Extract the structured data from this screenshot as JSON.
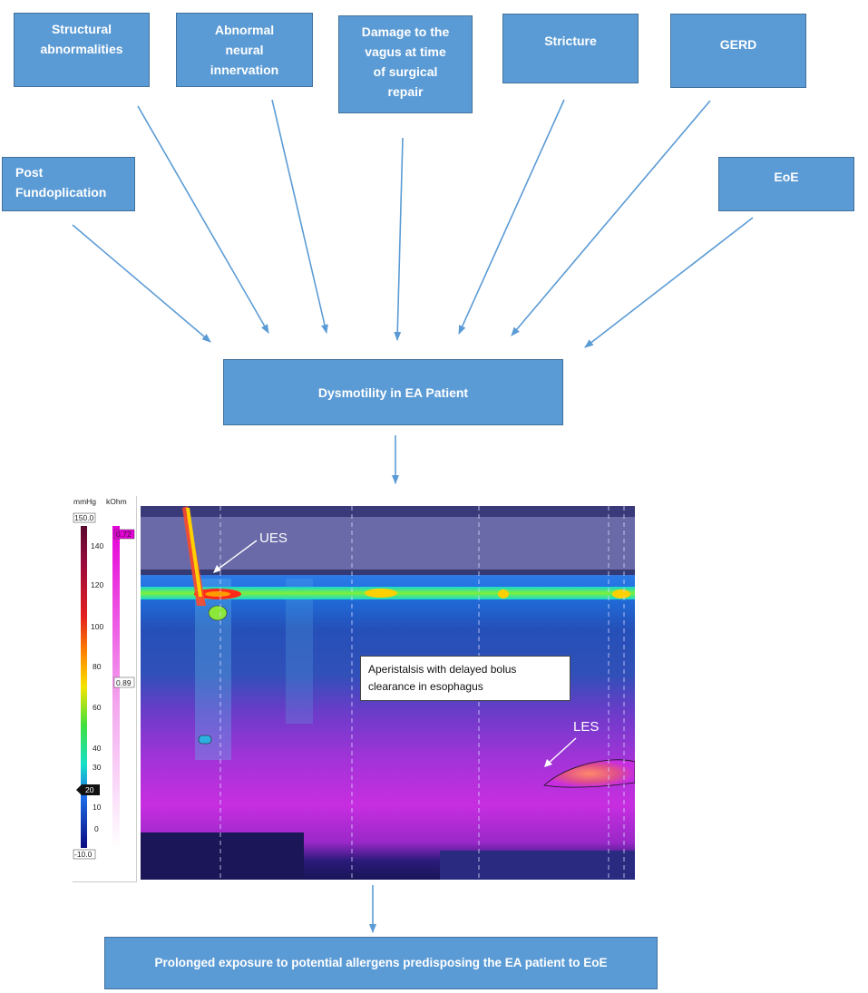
{
  "causes": {
    "structural": "Structural\nabnormalities",
    "neural": "Abnormal\nneural\ninnervation",
    "vagus": "Damage to the\nvagus at time\nof surgical\nrepair",
    "stricture": "Stricture",
    "gerd": "GERD",
    "post_fundoplication": "Post\nFundoplication",
    "eoe": "EoE"
  },
  "central": "Dysmotility in EA Patient",
  "outcome": "Prolonged exposure to potential allergens predisposing the EA patient to EoE",
  "manometry": {
    "pressure_unit": "mmHg",
    "impedance_unit": "kOhm",
    "pressure_max": "150.0",
    "pressure_min": "-10.0",
    "pressure_ticks": [
      "140",
      "120",
      "100",
      "80",
      "60",
      "40",
      "30",
      "20",
      "10",
      "0"
    ],
    "impedance_max": "0.72",
    "impedance_min": "0.89",
    "ues_label": "UES",
    "les_label": "LES",
    "note": "Aperistalsis with delayed bolus\nclearance in esophagus"
  },
  "colors": {
    "box_fill": "#5b9bd5",
    "box_border": "#41719c",
    "arrow": "#5b9bd5"
  }
}
